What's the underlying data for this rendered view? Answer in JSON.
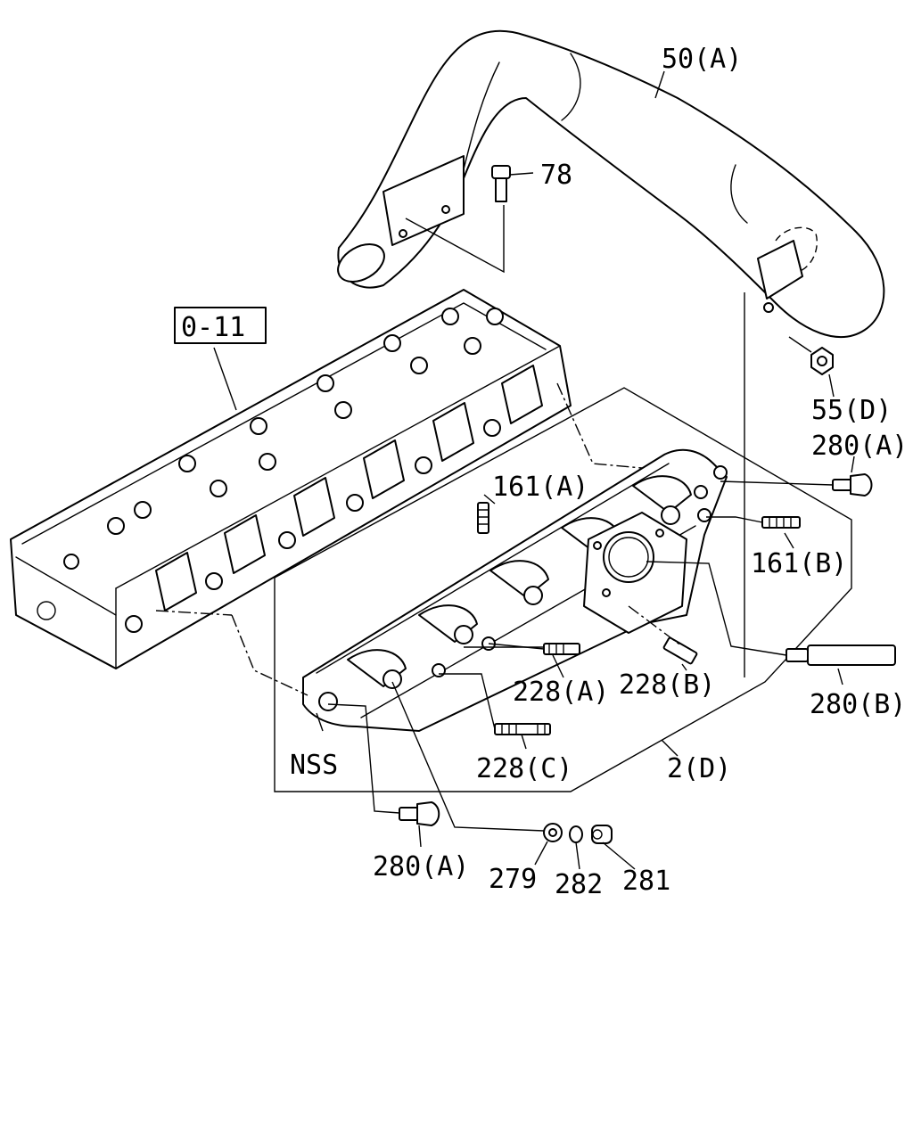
{
  "labels": {
    "p50A": "50(A)",
    "p78": "78",
    "ref011": "0-11",
    "p55D": "55(D)",
    "p280A_top": "280(A)",
    "p161A": "161(A)",
    "p161B": "161(B)",
    "p228A": "228(A)",
    "p228B": "228(B)",
    "p280B": "280(B)",
    "pNSS": "NSS",
    "p228C": "228(C)",
    "p2D": "2(D)",
    "p280A_bottom": "280(A)",
    "p279": "279",
    "p282": "282",
    "p281": "281"
  }
}
